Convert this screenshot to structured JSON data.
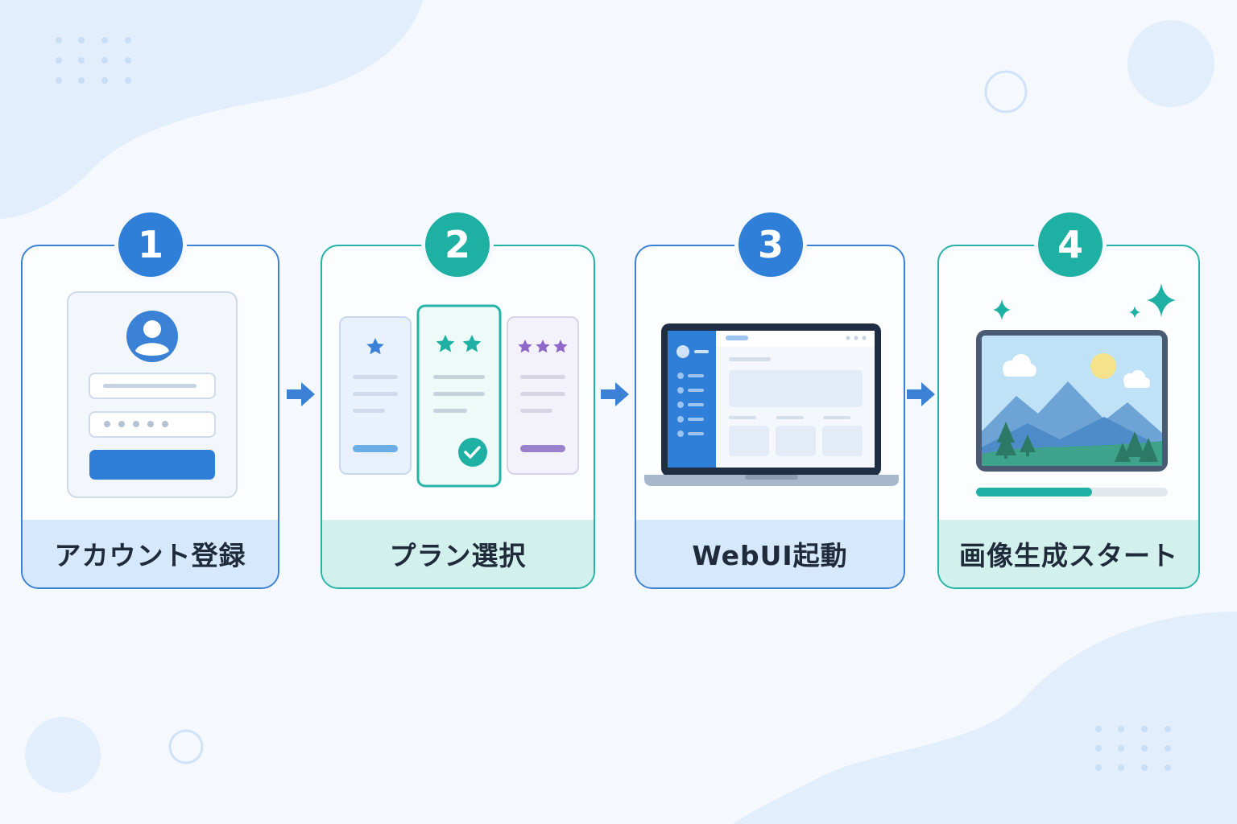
{
  "steps": [
    {
      "number": "1",
      "label": "アカウント登録"
    },
    {
      "number": "2",
      "label": "プラン選択"
    },
    {
      "number": "3",
      "label": "WebUI起動"
    },
    {
      "number": "4",
      "label": "画像生成スタート"
    }
  ],
  "colors": {
    "blue": "#2f7fd9",
    "teal": "#1fb0a4",
    "purple": "#8e67c9",
    "background": "#f5f9fd"
  },
  "icons": [
    "user-avatar-icon",
    "star-icon",
    "check-circle-icon",
    "laptop-icon",
    "landscape-image-icon",
    "sparkle-icon",
    "arrow-right-icon"
  ]
}
